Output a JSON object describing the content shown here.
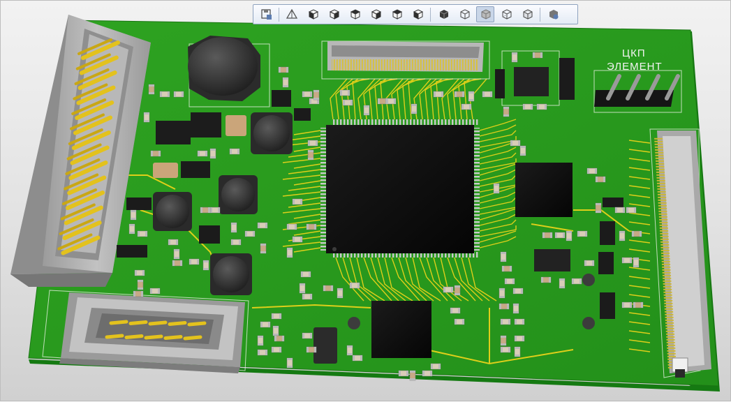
{
  "toolbar": {
    "buttons": [
      {
        "icon": "save-view-icon",
        "group": 0
      },
      {
        "icon": "perspective-icon",
        "group": 1
      },
      {
        "icon": "view-front-icon",
        "group": 1
      },
      {
        "icon": "view-back-icon",
        "group": 1
      },
      {
        "icon": "view-left-icon",
        "group": 1
      },
      {
        "icon": "view-right-icon",
        "group": 1
      },
      {
        "icon": "view-top-icon",
        "group": 1
      },
      {
        "icon": "view-bottom-icon",
        "group": 1
      },
      {
        "icon": "shaded-icon",
        "group": 2
      },
      {
        "icon": "wireframe-icon",
        "group": 2
      },
      {
        "icon": "shaded-with-edges-icon",
        "group": 2,
        "active": true
      },
      {
        "icon": "hidden-lines-icon",
        "group": 2
      },
      {
        "icon": "transparent-icon",
        "group": 2
      },
      {
        "icon": "view-settings-icon",
        "group": 3
      }
    ]
  },
  "board": {
    "silkscreen_line1": "ЦКП",
    "silkscreen_line2": "ЭЛЕМЕНТ",
    "colors": {
      "soldermask": "#2a9a1e",
      "copper_trace": "#e8d21a",
      "ic_body": "#101010",
      "connector": "#a7a7a7",
      "pin_gold": "#e3c21d"
    }
  }
}
